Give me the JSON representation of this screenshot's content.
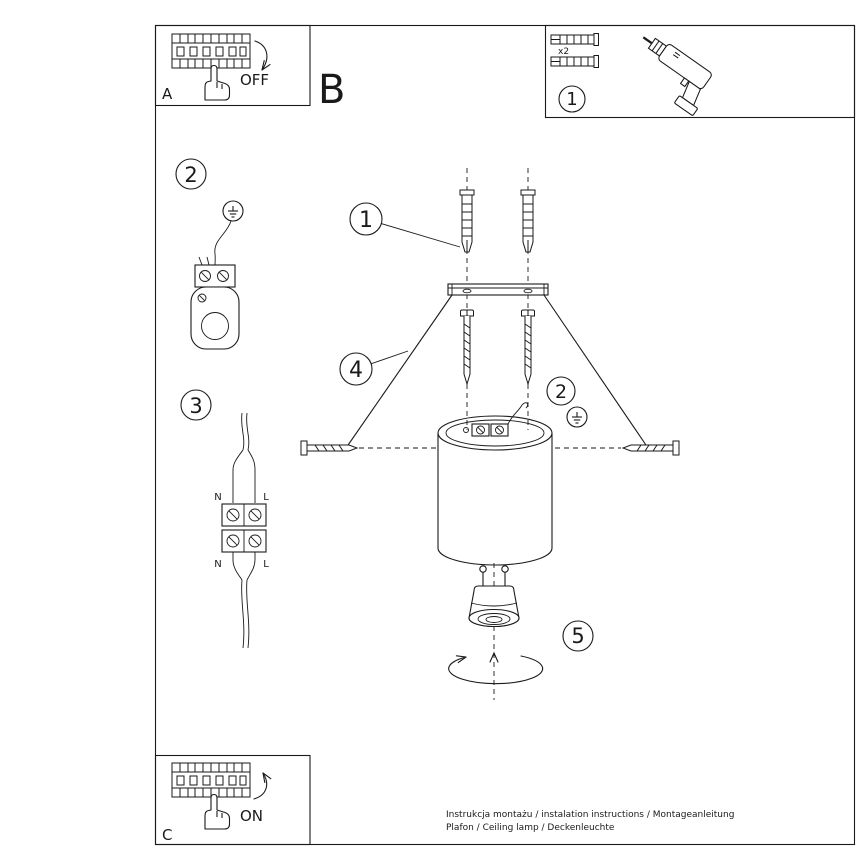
{
  "colors": {
    "line": "#1a1a1a",
    "paper": "#ffffff"
  },
  "labels": {
    "box_a_letter": "A",
    "box_a_state": "OFF",
    "box_b_letter": "B",
    "box_c_letter": "C",
    "box_c_state": "ON",
    "tools_step": "1",
    "tools_qty": "x2",
    "step_anchors": "1",
    "step_ground_left": "2",
    "step_ground_center": "2",
    "step_wiring": "3",
    "step_screws": "4",
    "step_bulb": "5"
  },
  "wiring": {
    "n_in": "N",
    "l_in": "L",
    "n_out": "N",
    "l_out": "L"
  },
  "footer": {
    "line1": "Instrukcja montażu / instalation instructions / Montageanleitung",
    "line2": "Plafon / Ceiling lamp / Deckenleuchte"
  }
}
